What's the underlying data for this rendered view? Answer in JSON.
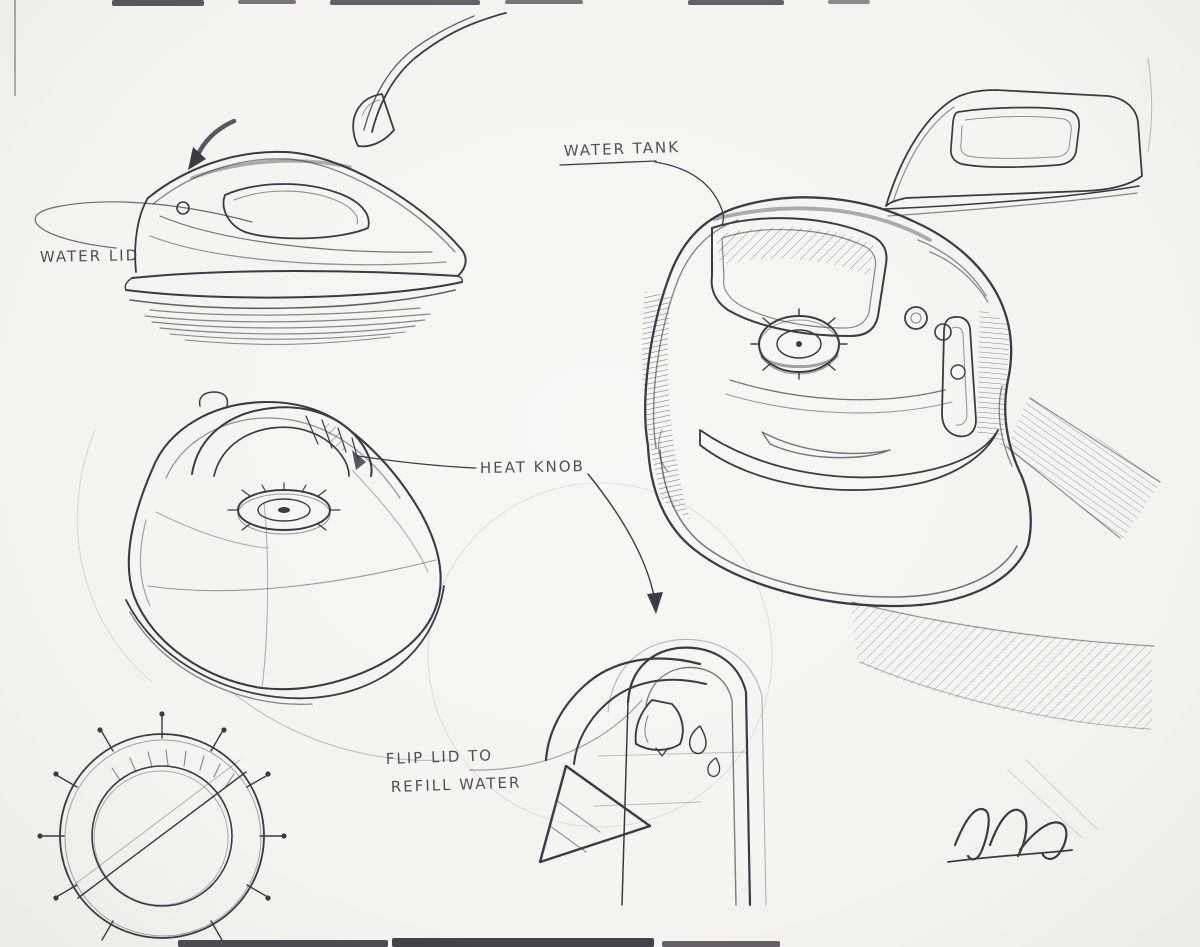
{
  "page": {
    "description": "Hand-drawn concept sketch page of a steam iron (multiple views)",
    "paper_color": "#f6f5f2",
    "ink_color": "#3e3a45"
  },
  "annotations": {
    "water_lid": "WATER LID",
    "water_tank": "WATER TANK",
    "heat_knob": "HEAT KNOB",
    "flip_lid": {
      "line1": "FLIP LID TO",
      "line2": "REFILL WATER"
    }
  }
}
